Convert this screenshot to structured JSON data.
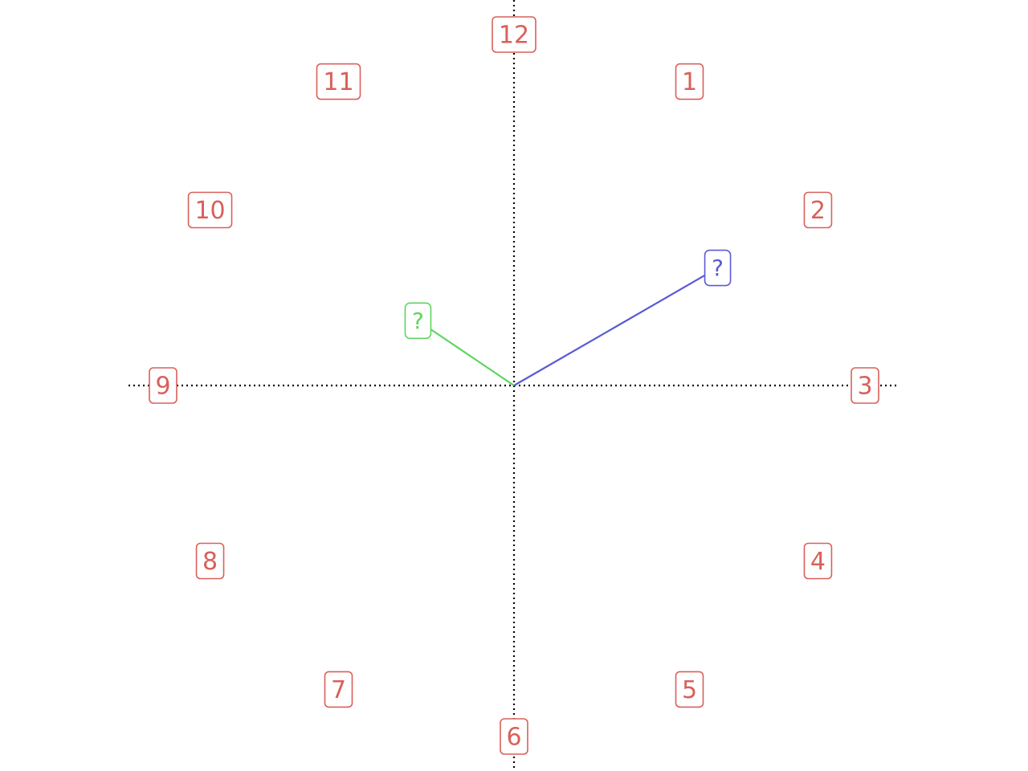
{
  "clock": {
    "numbers": [
      "12",
      "1",
      "2",
      "3",
      "4",
      "5",
      "6",
      "7",
      "8",
      "9",
      "10",
      "11"
    ],
    "number_color": "#d9605a",
    "axis_color": "#000000",
    "axis_style": "dotted",
    "hands": [
      {
        "id": "hour",
        "label": "?",
        "color": "#5a5ad6",
        "angle_deg": 60,
        "length_ratio": 0.67
      },
      {
        "id": "minute",
        "label": "?",
        "color": "#5cd65c",
        "angle_deg": -56,
        "length_ratio": 0.33
      }
    ]
  }
}
